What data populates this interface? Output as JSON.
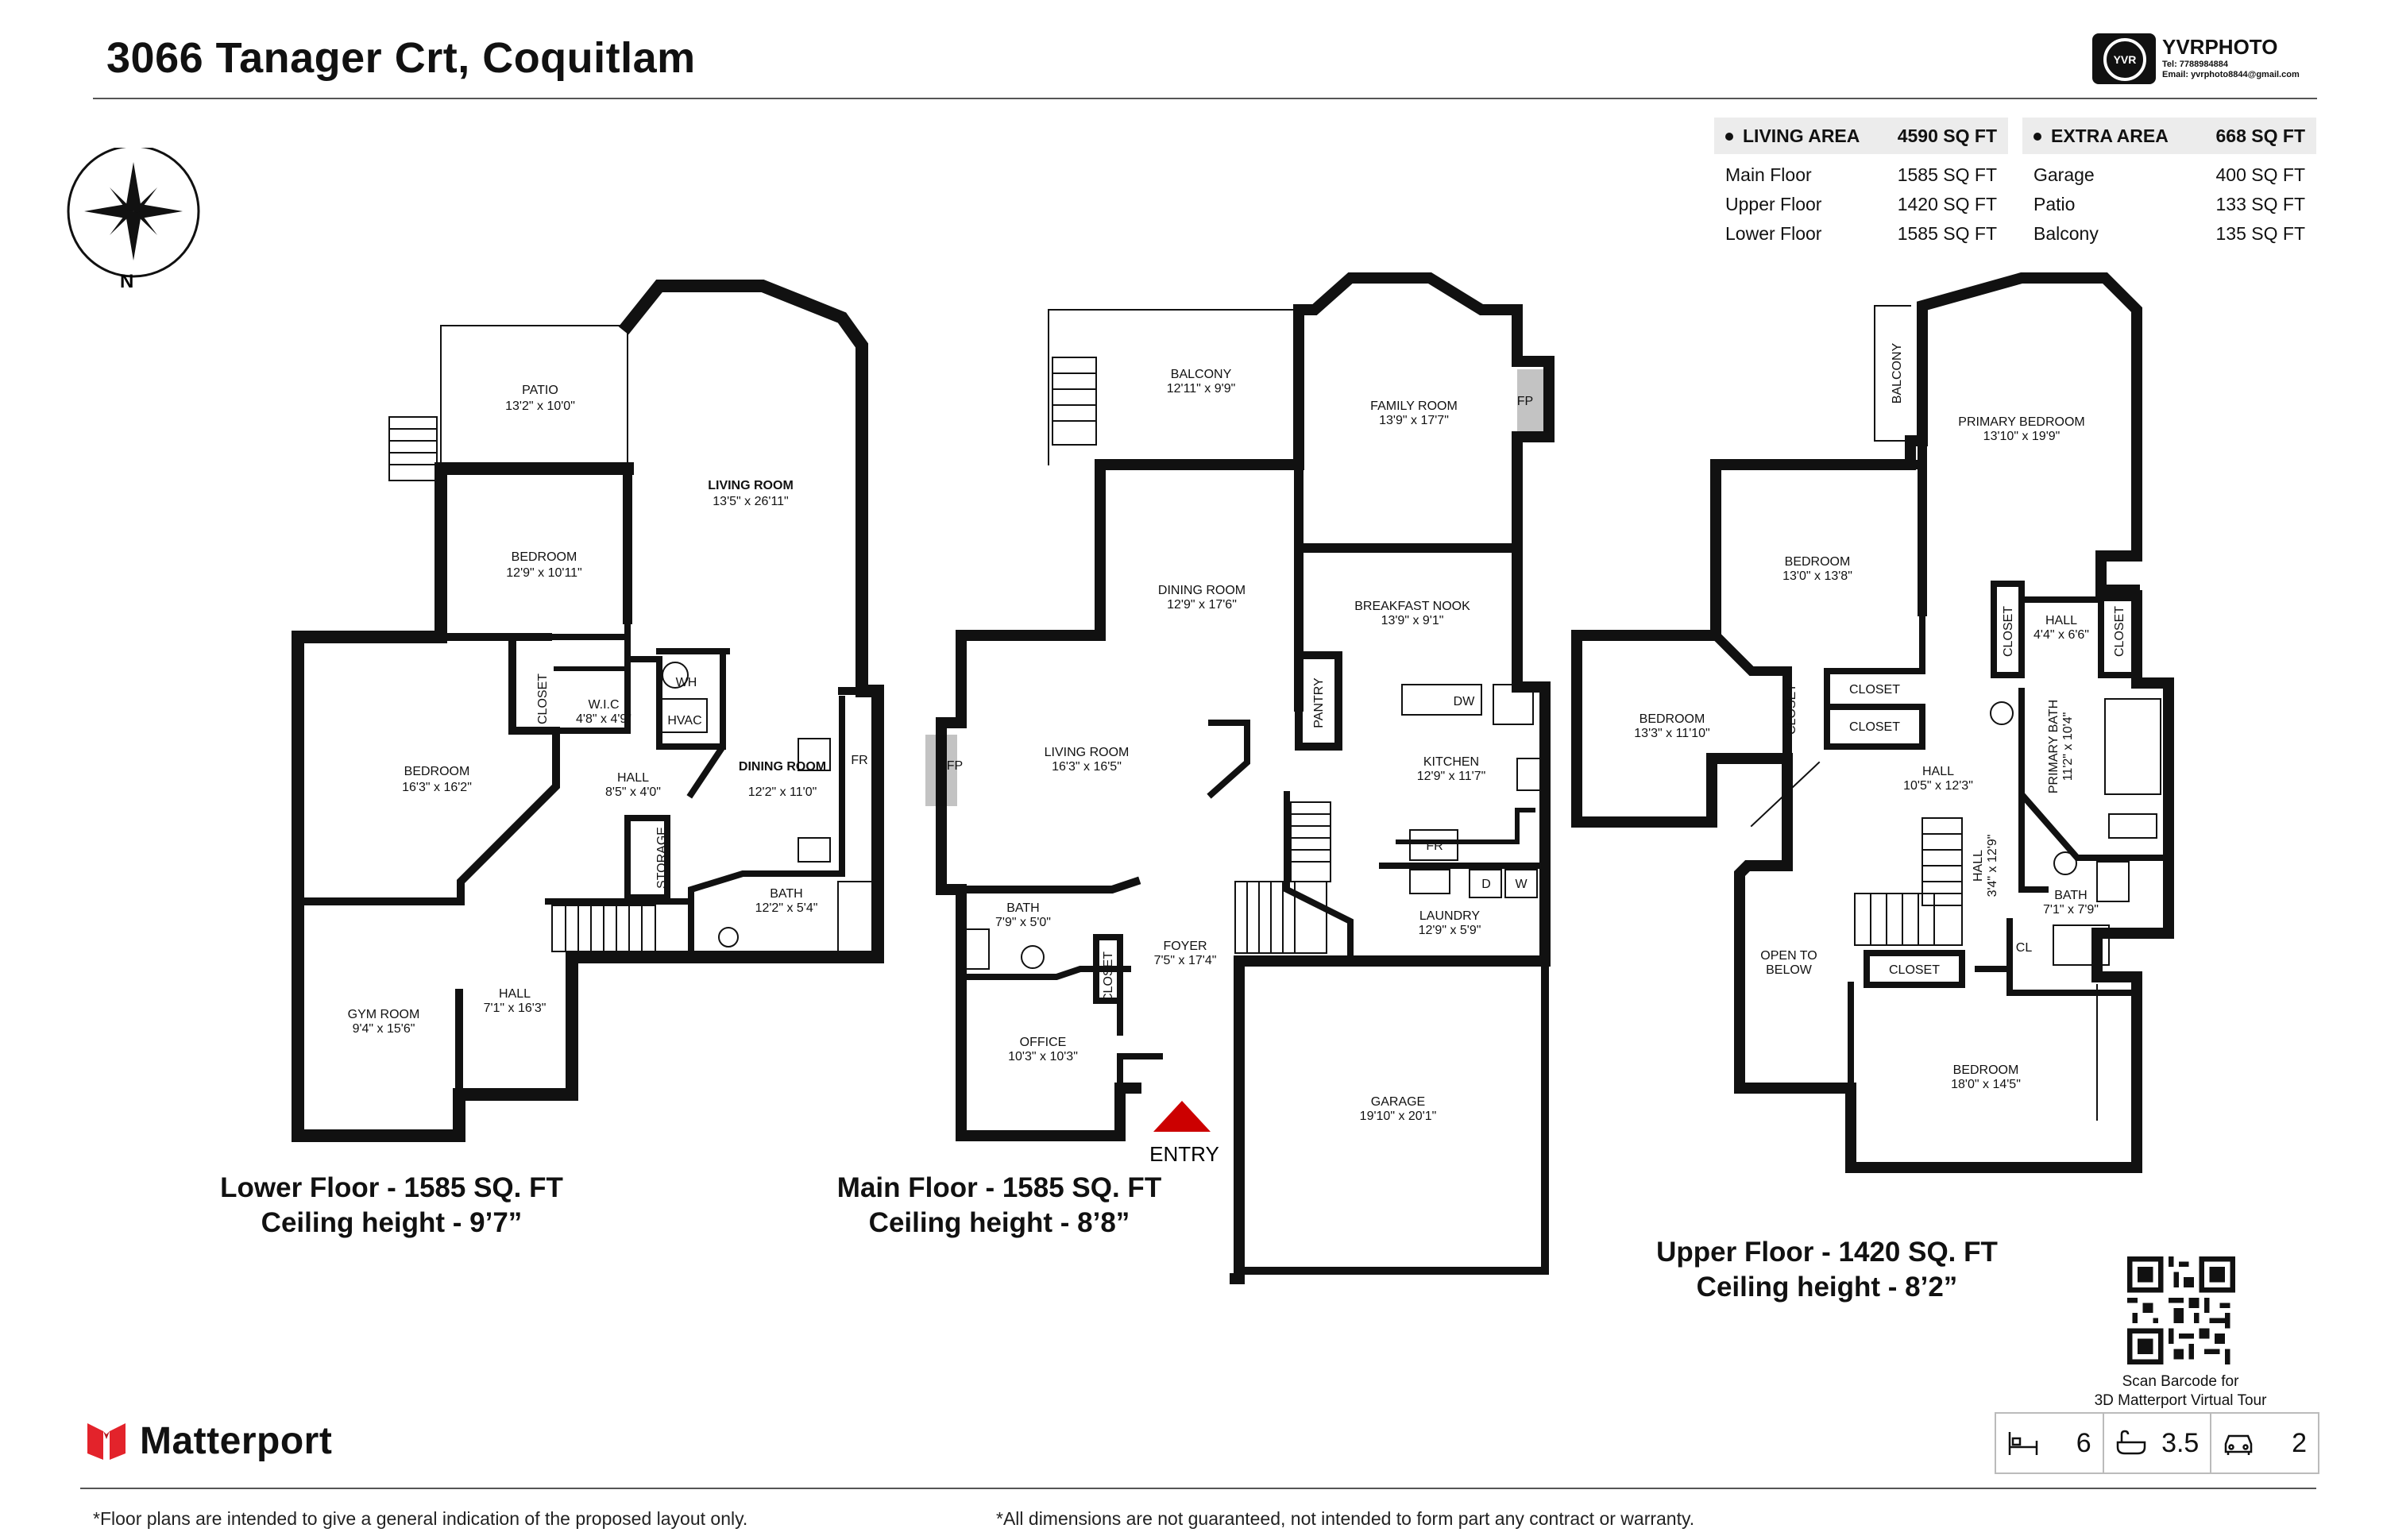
{
  "header": {
    "title": "3066 Tanager Crt, Coquitlam",
    "brand": {
      "name": "YVRPHOTO",
      "badge": "YVR",
      "tel": "Tel:  7788984884",
      "email": "Email:  yvrphoto8844@gmail.com"
    }
  },
  "areas": {
    "living": {
      "label": "LIVING AREA",
      "total": "4590 SQ FT",
      "rows": [
        {
          "name": "Main Floor",
          "value": "1585 SQ FT"
        },
        {
          "name": "Upper Floor",
          "value": "1420 SQ FT"
        },
        {
          "name": "Lower Floor",
          "value": "1585 SQ FT"
        }
      ]
    },
    "extra": {
      "label": "EXTRA AREA",
      "total": "668 SQ FT",
      "rows": [
        {
          "name": "Garage",
          "value": "400 SQ FT"
        },
        {
          "name": "Patio",
          "value": "133 SQ FT"
        },
        {
          "name": "Balcony",
          "value": "135 SQ FT"
        }
      ]
    }
  },
  "compass": {
    "north_label": "N"
  },
  "floors": {
    "lower": {
      "line1": "Lower Floor - 1585 SQ. FT",
      "line2": "Ceiling height - 9’7”",
      "rooms": [
        {
          "name": "PATIO",
          "dim": "13'2\" x 10'0\""
        },
        {
          "name": "LIVING ROOM",
          "dim": "13'5\" x 26'11\""
        },
        {
          "name": "BEDROOM",
          "dim": "12'9\" x 10'11\""
        },
        {
          "name": "BEDROOM",
          "dim": "16'3\" x 16'2\""
        },
        {
          "name": "CLOSET",
          "dim": ""
        },
        {
          "name": "W.I.C",
          "dim": "4'8\" x 4'9\""
        },
        {
          "name": "WH",
          "dim": ""
        },
        {
          "name": "HVAC",
          "dim": ""
        },
        {
          "name": "HALL",
          "dim": "8'5\" x 4'0\""
        },
        {
          "name": "DINING ROOM",
          "dim": "12'2\" x 11'0\""
        },
        {
          "name": "FR",
          "dim": ""
        },
        {
          "name": "STORAGE",
          "dim": ""
        },
        {
          "name": "BATH",
          "dim": "12'2\" x 5'4\""
        },
        {
          "name": "GYM ROOM",
          "dim": "9'4\" x 15'6\""
        },
        {
          "name": "HALL",
          "dim": "7'1\" x 16'3\""
        }
      ]
    },
    "main": {
      "line1": "Main Floor - 1585 SQ. FT",
      "line2": "Ceiling height - 8’8”",
      "entry": "ENTRY",
      "rooms": [
        {
          "name": "BALCONY",
          "dim": "12'11\" x 9'9\""
        },
        {
          "name": "FAMILY ROOM",
          "dim": "13'9\" x 17'7\""
        },
        {
          "name": "FP",
          "dim": ""
        },
        {
          "name": "DINING ROOM",
          "dim": "12'9\" x 17'6\""
        },
        {
          "name": "BREAKFAST NOOK",
          "dim": "13'9\" x 9'1\""
        },
        {
          "name": "PANTRY",
          "dim": ""
        },
        {
          "name": "LIVING ROOM",
          "dim": "16'3\" x 16'5\""
        },
        {
          "name": "FP",
          "dim": ""
        },
        {
          "name": "DW",
          "dim": ""
        },
        {
          "name": "KITCHEN",
          "dim": "12'9\" x 11'7\""
        },
        {
          "name": "FR",
          "dim": ""
        },
        {
          "name": "D",
          "dim": ""
        },
        {
          "name": "W",
          "dim": ""
        },
        {
          "name": "LAUNDRY",
          "dim": "12'9\" x 5'9\""
        },
        {
          "name": "BATH",
          "dim": "7'9\" x 5'0\""
        },
        {
          "name": "FOYER",
          "dim": "7'5\" x 17'4\""
        },
        {
          "name": "CLOSET",
          "dim": ""
        },
        {
          "name": "OFFICE",
          "dim": "10'3\" x 10'3\""
        },
        {
          "name": "GARAGE",
          "dim": "19'10\" x 20'1\""
        }
      ]
    },
    "upper": {
      "line1": "Upper Floor - 1420 SQ. FT",
      "line2": "Ceiling height - 8’2”",
      "rooms": [
        {
          "name": "BALCONY",
          "dim": ""
        },
        {
          "name": "PRIMARY BEDROOM",
          "dim": "13'10\" x 19'9\""
        },
        {
          "name": "BEDROOM",
          "dim": "13'0\" x 13'8\""
        },
        {
          "name": "HALL",
          "dim": "4'4\" x 6'6\""
        },
        {
          "name": "CLOSET",
          "dim": ""
        },
        {
          "name": "CLOSET",
          "dim": ""
        },
        {
          "name": "BEDROOM",
          "dim": "13'3\" x 11'10\""
        },
        {
          "name": "CLOSET",
          "dim": ""
        },
        {
          "name": "CLOSET",
          "dim": ""
        },
        {
          "name": "CLOSET",
          "dim": ""
        },
        {
          "name": "PRIMARY BATH",
          "dim": "11'2\" x 10'4\""
        },
        {
          "name": "HALL",
          "dim": "10'5\" x 12'3\""
        },
        {
          "name": "HALL",
          "dim": "3'4\" x 12'9\""
        },
        {
          "name": "BATH",
          "dim": "7'1\" x 7'9\""
        },
        {
          "name": "CL",
          "dim": ""
        },
        {
          "name": "OPEN TO",
          "dim": "BELOW"
        },
        {
          "name": "CLOSET",
          "dim": ""
        },
        {
          "name": "BEDROOM",
          "dim": "18'0\" x 14'5\""
        }
      ]
    }
  },
  "qr": {
    "caption1": "Scan Barcode for",
    "caption2": "3D Matterport Virtual Tour"
  },
  "stats": [
    {
      "icon": "bed-icon",
      "value": "6"
    },
    {
      "icon": "bathtub-icon",
      "value": "3.5"
    },
    {
      "icon": "car-icon",
      "value": "2"
    }
  ],
  "footer": {
    "matterport": "Matterport",
    "note_left": "*Floor plans are intended to give a general indication of the proposed layout only.",
    "note_right": "*All dimensions are not guaranteed, not intended to form part any contract or warranty."
  }
}
